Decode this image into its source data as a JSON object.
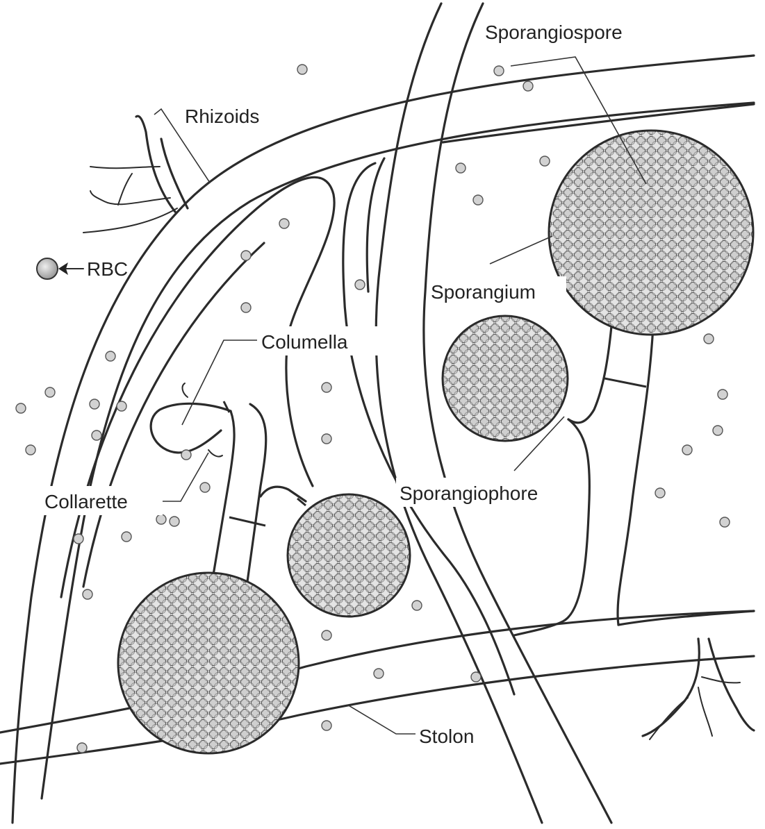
{
  "diagram": {
    "labels": {
      "sporangiospore": "Sporangiospore",
      "rhizoids": "Rhizoids",
      "rbc": "RBC",
      "sporangium": "Sporangium",
      "columella": "Columella",
      "collarette": "Collarette",
      "sporangiophore": "Sporangiophore",
      "stolon": "Stolon"
    },
    "colors": {
      "line": "#2b2b2b",
      "spore_fill": "#cfcfcf",
      "spore_stroke": "#555555",
      "background": "#ffffff"
    }
  }
}
